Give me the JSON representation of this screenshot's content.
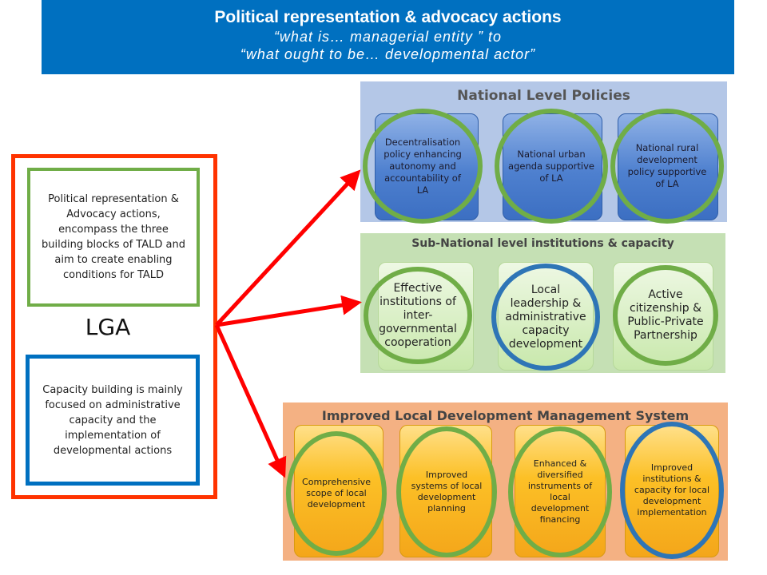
{
  "header": {
    "title": "Political representation & advocacy actions",
    "line2": "“what is… managerial entity ” to",
    "line3": "“what ought to be… developmental actor”"
  },
  "lga": {
    "label": "LGA",
    "political_box_text": "Political representation & Advocacy actions, encompass the three building blocks of TALD and aim to create enabling conditions for TALD",
    "capacity_box_text": "Capacity building is mainly focused on administrative capacity and the implementation of developmental actions"
  },
  "national": {
    "title": "National Level Policies",
    "items": [
      "Decentralisation policy enhancing autonomy and accountability of LA",
      "National urban agenda supportive of LA",
      "National rural development policy supportive of LA"
    ]
  },
  "subnational": {
    "title": "Sub-National level institutions & capacity",
    "items": [
      "Effective institutions of inter-governmental cooperation",
      "Local leadership & administrative capacity development",
      "Active citizenship & Public-Private Partnership"
    ]
  },
  "improved": {
    "title": "Improved Local Development Management System",
    "items": [
      "Comprehensive scope of local development",
      "Improved systems of local development planning",
      "Enhanced & diversified instruments of local development financing",
      "Improved institutions & capacity for local development implementation"
    ]
  },
  "colors": {
    "banner": "#0070c0",
    "lga_frame": "#ff3300",
    "green_ring": "#70ad47",
    "blue_ring": "#2e75b6",
    "arrow": "#ff0000"
  }
}
